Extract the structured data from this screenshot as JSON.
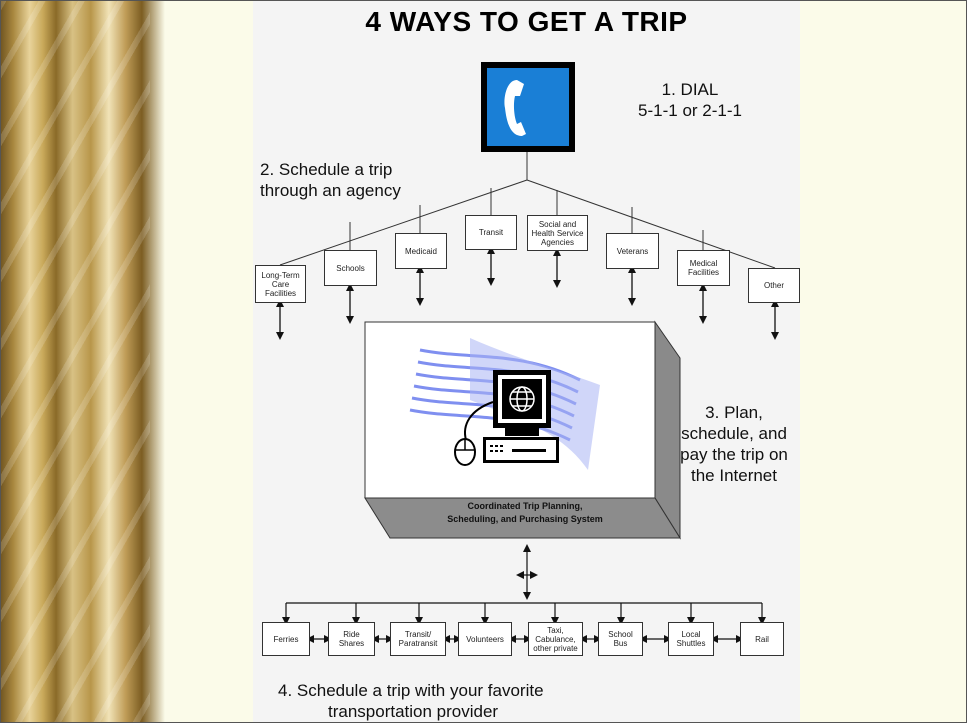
{
  "title": "4 WAYS TO GET A TRIP",
  "step1": {
    "line1": "1.  DIAL",
    "line2": "5-1-1 or 2-1-1"
  },
  "step2": {
    "line1": "2.  Schedule a trip",
    "line2": "through an agency"
  },
  "step3": {
    "lines": [
      "3. Plan,",
      "schedule, and",
      "pay the trip on",
      "the Internet"
    ]
  },
  "step4": {
    "line1": "4.  Schedule a trip with your favorite",
    "line2": "transportation provider"
  },
  "agencies": [
    "Long-Term\nCare\nFacilities",
    "Schools",
    "Medicaid",
    "Transit",
    "Social and\nHealth Service\nAgencies",
    "Veterans",
    "Medical\nFacilities",
    "Other"
  ],
  "system_caption": "Coordinated Trip Planning,\nScheduling, and Purchasing System",
  "providers": [
    "Ferries",
    "Ride\nShares",
    "Transit/\nParatransit",
    "Volunteers",
    "Taxi,\nCabulance,\nother private",
    "School\nBus",
    "Local\nShuttles",
    "Rail"
  ],
  "icons": {
    "phone": "phone-icon",
    "computer": "computer-icon",
    "globe": "globe-icon"
  },
  "colors": {
    "phone_blue": "#1a7fd6",
    "wave_blue": "#7f8ff0",
    "box_side": "#8a8a8a"
  }
}
